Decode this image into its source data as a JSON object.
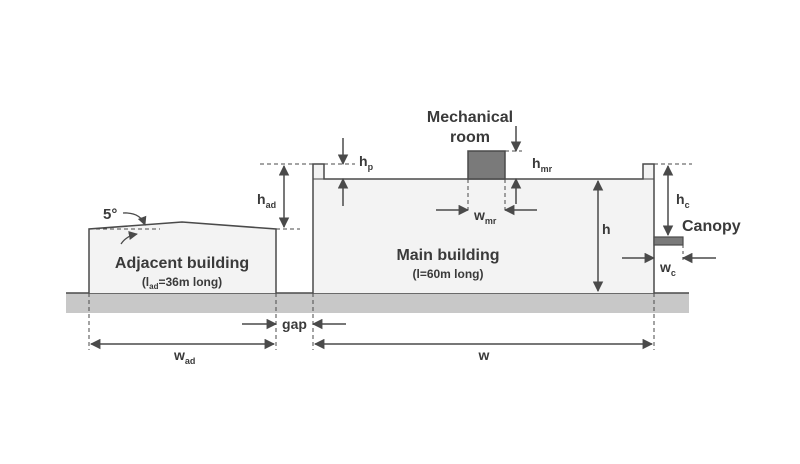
{
  "labels": {
    "mechanical_room_line1": "Mechanical",
    "mechanical_room_line2": "room",
    "adjacent_building": "Adjacent building",
    "adjacent_length_pre": "(l",
    "adjacent_length_sub": "ad",
    "adjacent_length_post": "=36m long)",
    "main_building": "Main building",
    "main_length": "(l=60m long)",
    "canopy": "Canopy",
    "roof_angle": "5°"
  },
  "dimensions": {
    "h_p": {
      "base": "h",
      "sub": "p"
    },
    "h_mr": {
      "base": "h",
      "sub": "mr"
    },
    "h_ad": {
      "base": "h",
      "sub": "ad"
    },
    "h": {
      "base": "h"
    },
    "h_c": {
      "base": "h",
      "sub": "c"
    },
    "w_mr": {
      "base": "w",
      "sub": "mr"
    },
    "w_c": {
      "base": "w",
      "sub": "c"
    },
    "w_ad": {
      "base": "w",
      "sub": "ad"
    },
    "w": {
      "base": "w"
    },
    "gap": {
      "base": "gap"
    }
  },
  "colors": {
    "line": "#4a4a4a",
    "ground": "#c8c8c8",
    "building_fill": "#f3f3f3",
    "mechanical_room_fill": "#7a7a7a"
  }
}
